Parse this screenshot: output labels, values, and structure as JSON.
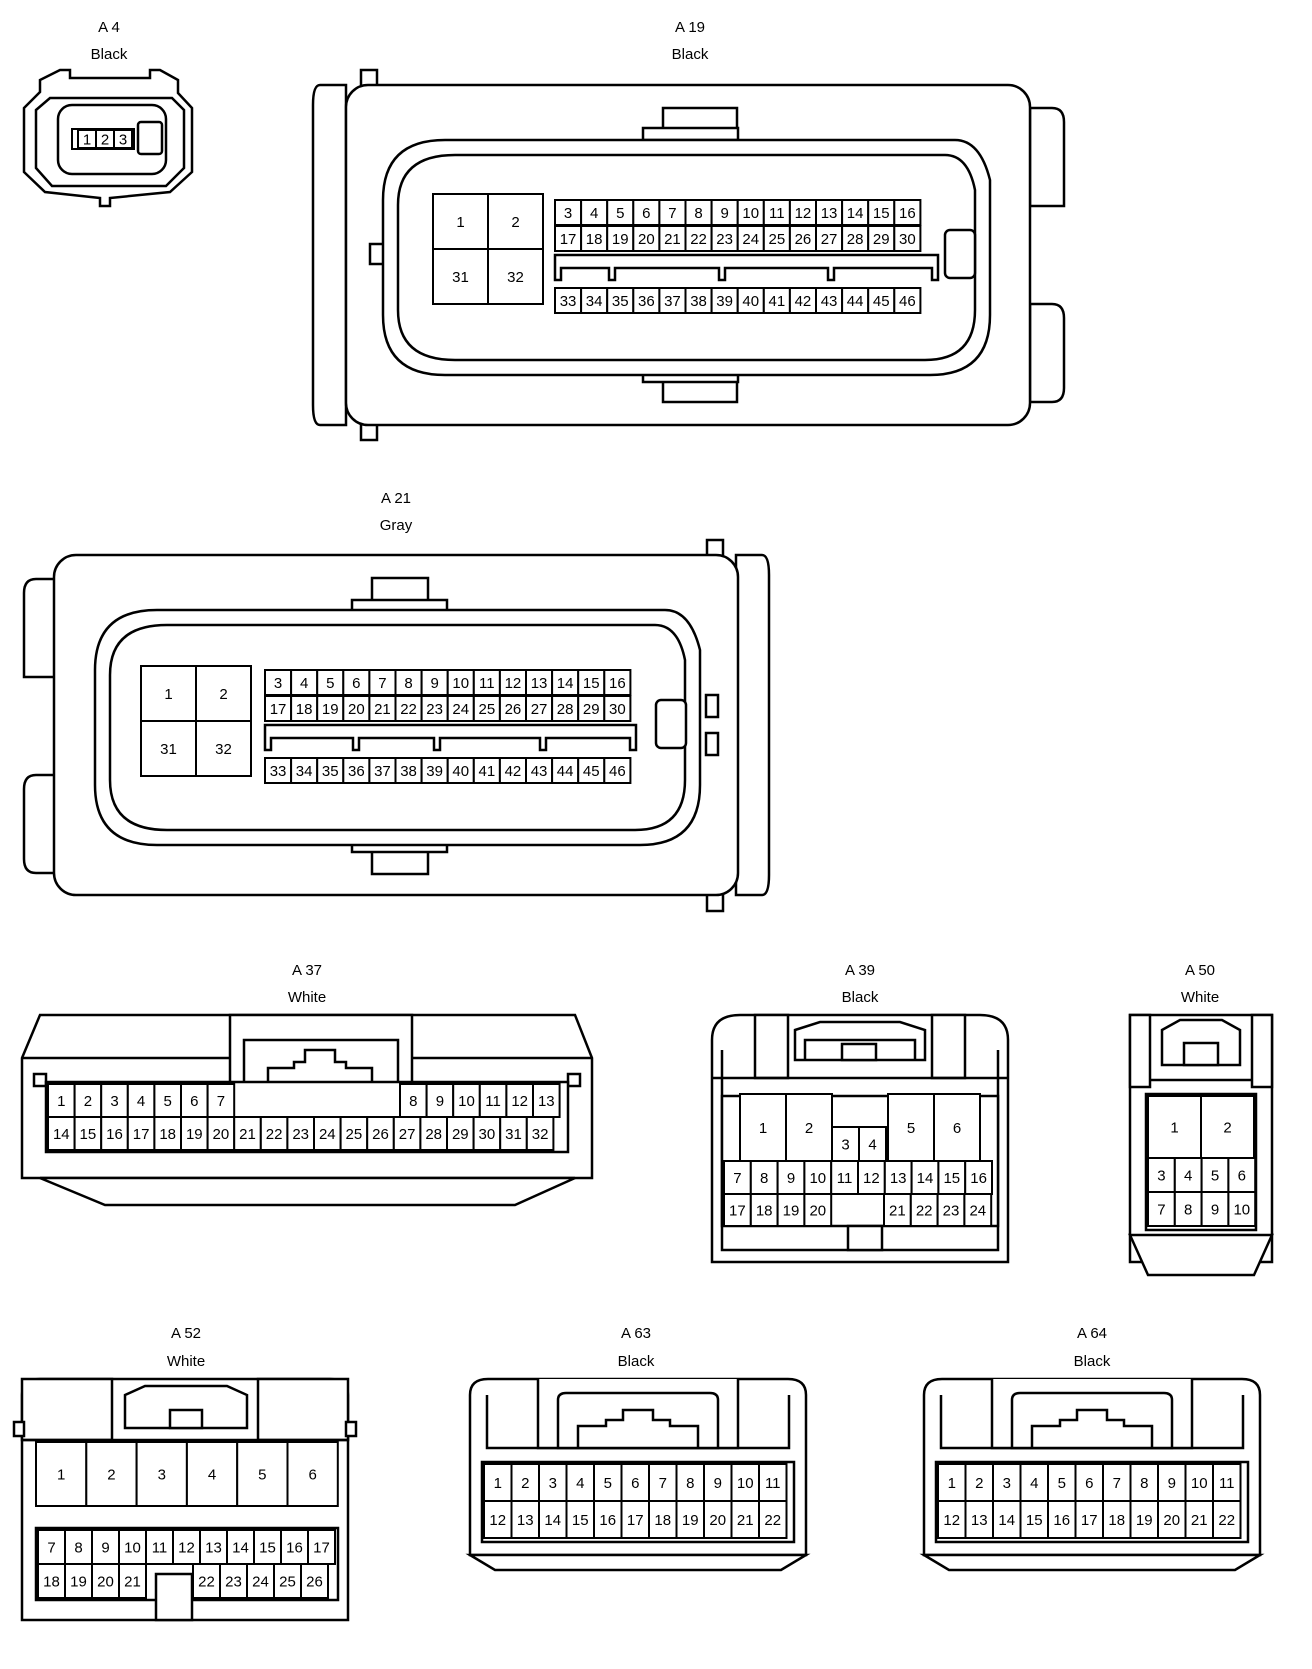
{
  "colors": {
    "line": "#000000",
    "background": "#ffffff"
  },
  "connectors": [
    {
      "id": "A 4",
      "color": "Black",
      "pin_rows": [
        [
          "1",
          "2",
          "3"
        ]
      ]
    },
    {
      "id": "A 19",
      "color": "Black",
      "block_pins": [
        [
          "1",
          "2"
        ],
        [
          "31",
          "32"
        ]
      ],
      "pin_rows": [
        [
          "3",
          "4",
          "5",
          "6",
          "7",
          "8",
          "9",
          "10",
          "11",
          "12",
          "13",
          "14",
          "15",
          "16"
        ],
        [
          "17",
          "18",
          "19",
          "20",
          "21",
          "22",
          "23",
          "24",
          "25",
          "26",
          "27",
          "28",
          "29",
          "30"
        ],
        [
          "33",
          "34",
          "35",
          "36",
          "37",
          "38",
          "39",
          "40",
          "41",
          "42",
          "43",
          "44",
          "45",
          "46"
        ]
      ]
    },
    {
      "id": "A 21",
      "color": "Gray",
      "block_pins": [
        [
          "1",
          "2"
        ],
        [
          "31",
          "32"
        ]
      ],
      "pin_rows": [
        [
          "3",
          "4",
          "5",
          "6",
          "7",
          "8",
          "9",
          "10",
          "11",
          "12",
          "13",
          "14",
          "15",
          "16"
        ],
        [
          "17",
          "18",
          "19",
          "20",
          "21",
          "22",
          "23",
          "24",
          "25",
          "26",
          "27",
          "28",
          "29",
          "30"
        ],
        [
          "33",
          "34",
          "35",
          "36",
          "37",
          "38",
          "39",
          "40",
          "41",
          "42",
          "43",
          "44",
          "45",
          "46"
        ]
      ]
    },
    {
      "id": "A 37",
      "color": "White",
      "pin_rows": [
        [
          "1",
          "2",
          "3",
          "4",
          "5",
          "6",
          "7"
        ],
        [
          "8",
          "9",
          "10",
          "11",
          "12",
          "13"
        ],
        [
          "14",
          "15",
          "16",
          "17",
          "18",
          "19",
          "20",
          "21",
          "22",
          "23",
          "24",
          "25",
          "26",
          "27",
          "28",
          "29",
          "30",
          "31",
          "32"
        ]
      ]
    },
    {
      "id": "A 39",
      "color": "Black",
      "pin_rows": [
        [
          "1",
          "2"
        ],
        [
          "3",
          "4"
        ],
        [
          "5",
          "6"
        ],
        [
          "7",
          "8",
          "9",
          "10",
          "11",
          "12",
          "13",
          "14",
          "15",
          "16"
        ],
        [
          "17",
          "18",
          "19",
          "20"
        ],
        [
          "21",
          "22",
          "23",
          "24"
        ]
      ]
    },
    {
      "id": "A 50",
      "color": "White",
      "pin_rows": [
        [
          "1",
          "2"
        ],
        [
          "3",
          "4",
          "5",
          "6"
        ],
        [
          "7",
          "8",
          "9",
          "10"
        ]
      ]
    },
    {
      "id": "A 52",
      "color": "White",
      "pin_rows": [
        [
          "1",
          "2",
          "3",
          "4",
          "5",
          "6"
        ],
        [
          "7",
          "8",
          "9",
          "10",
          "11",
          "12",
          "13",
          "14",
          "15",
          "16",
          "17"
        ],
        [
          "18",
          "19",
          "20",
          "21"
        ],
        [
          "22",
          "23",
          "24",
          "25",
          "26"
        ]
      ]
    },
    {
      "id": "A 63",
      "color": "Black",
      "pin_rows": [
        [
          "1",
          "2",
          "3",
          "4",
          "5",
          "6",
          "7",
          "8",
          "9",
          "10",
          "11"
        ],
        [
          "12",
          "13",
          "14",
          "15",
          "16",
          "17",
          "18",
          "19",
          "20",
          "21",
          "22"
        ]
      ]
    },
    {
      "id": "A 64",
      "color": "Black",
      "pin_rows": [
        [
          "1",
          "2",
          "3",
          "4",
          "5",
          "6",
          "7",
          "8",
          "9",
          "10",
          "11"
        ],
        [
          "12",
          "13",
          "14",
          "15",
          "16",
          "17",
          "18",
          "19",
          "20",
          "21",
          "22"
        ]
      ]
    }
  ]
}
